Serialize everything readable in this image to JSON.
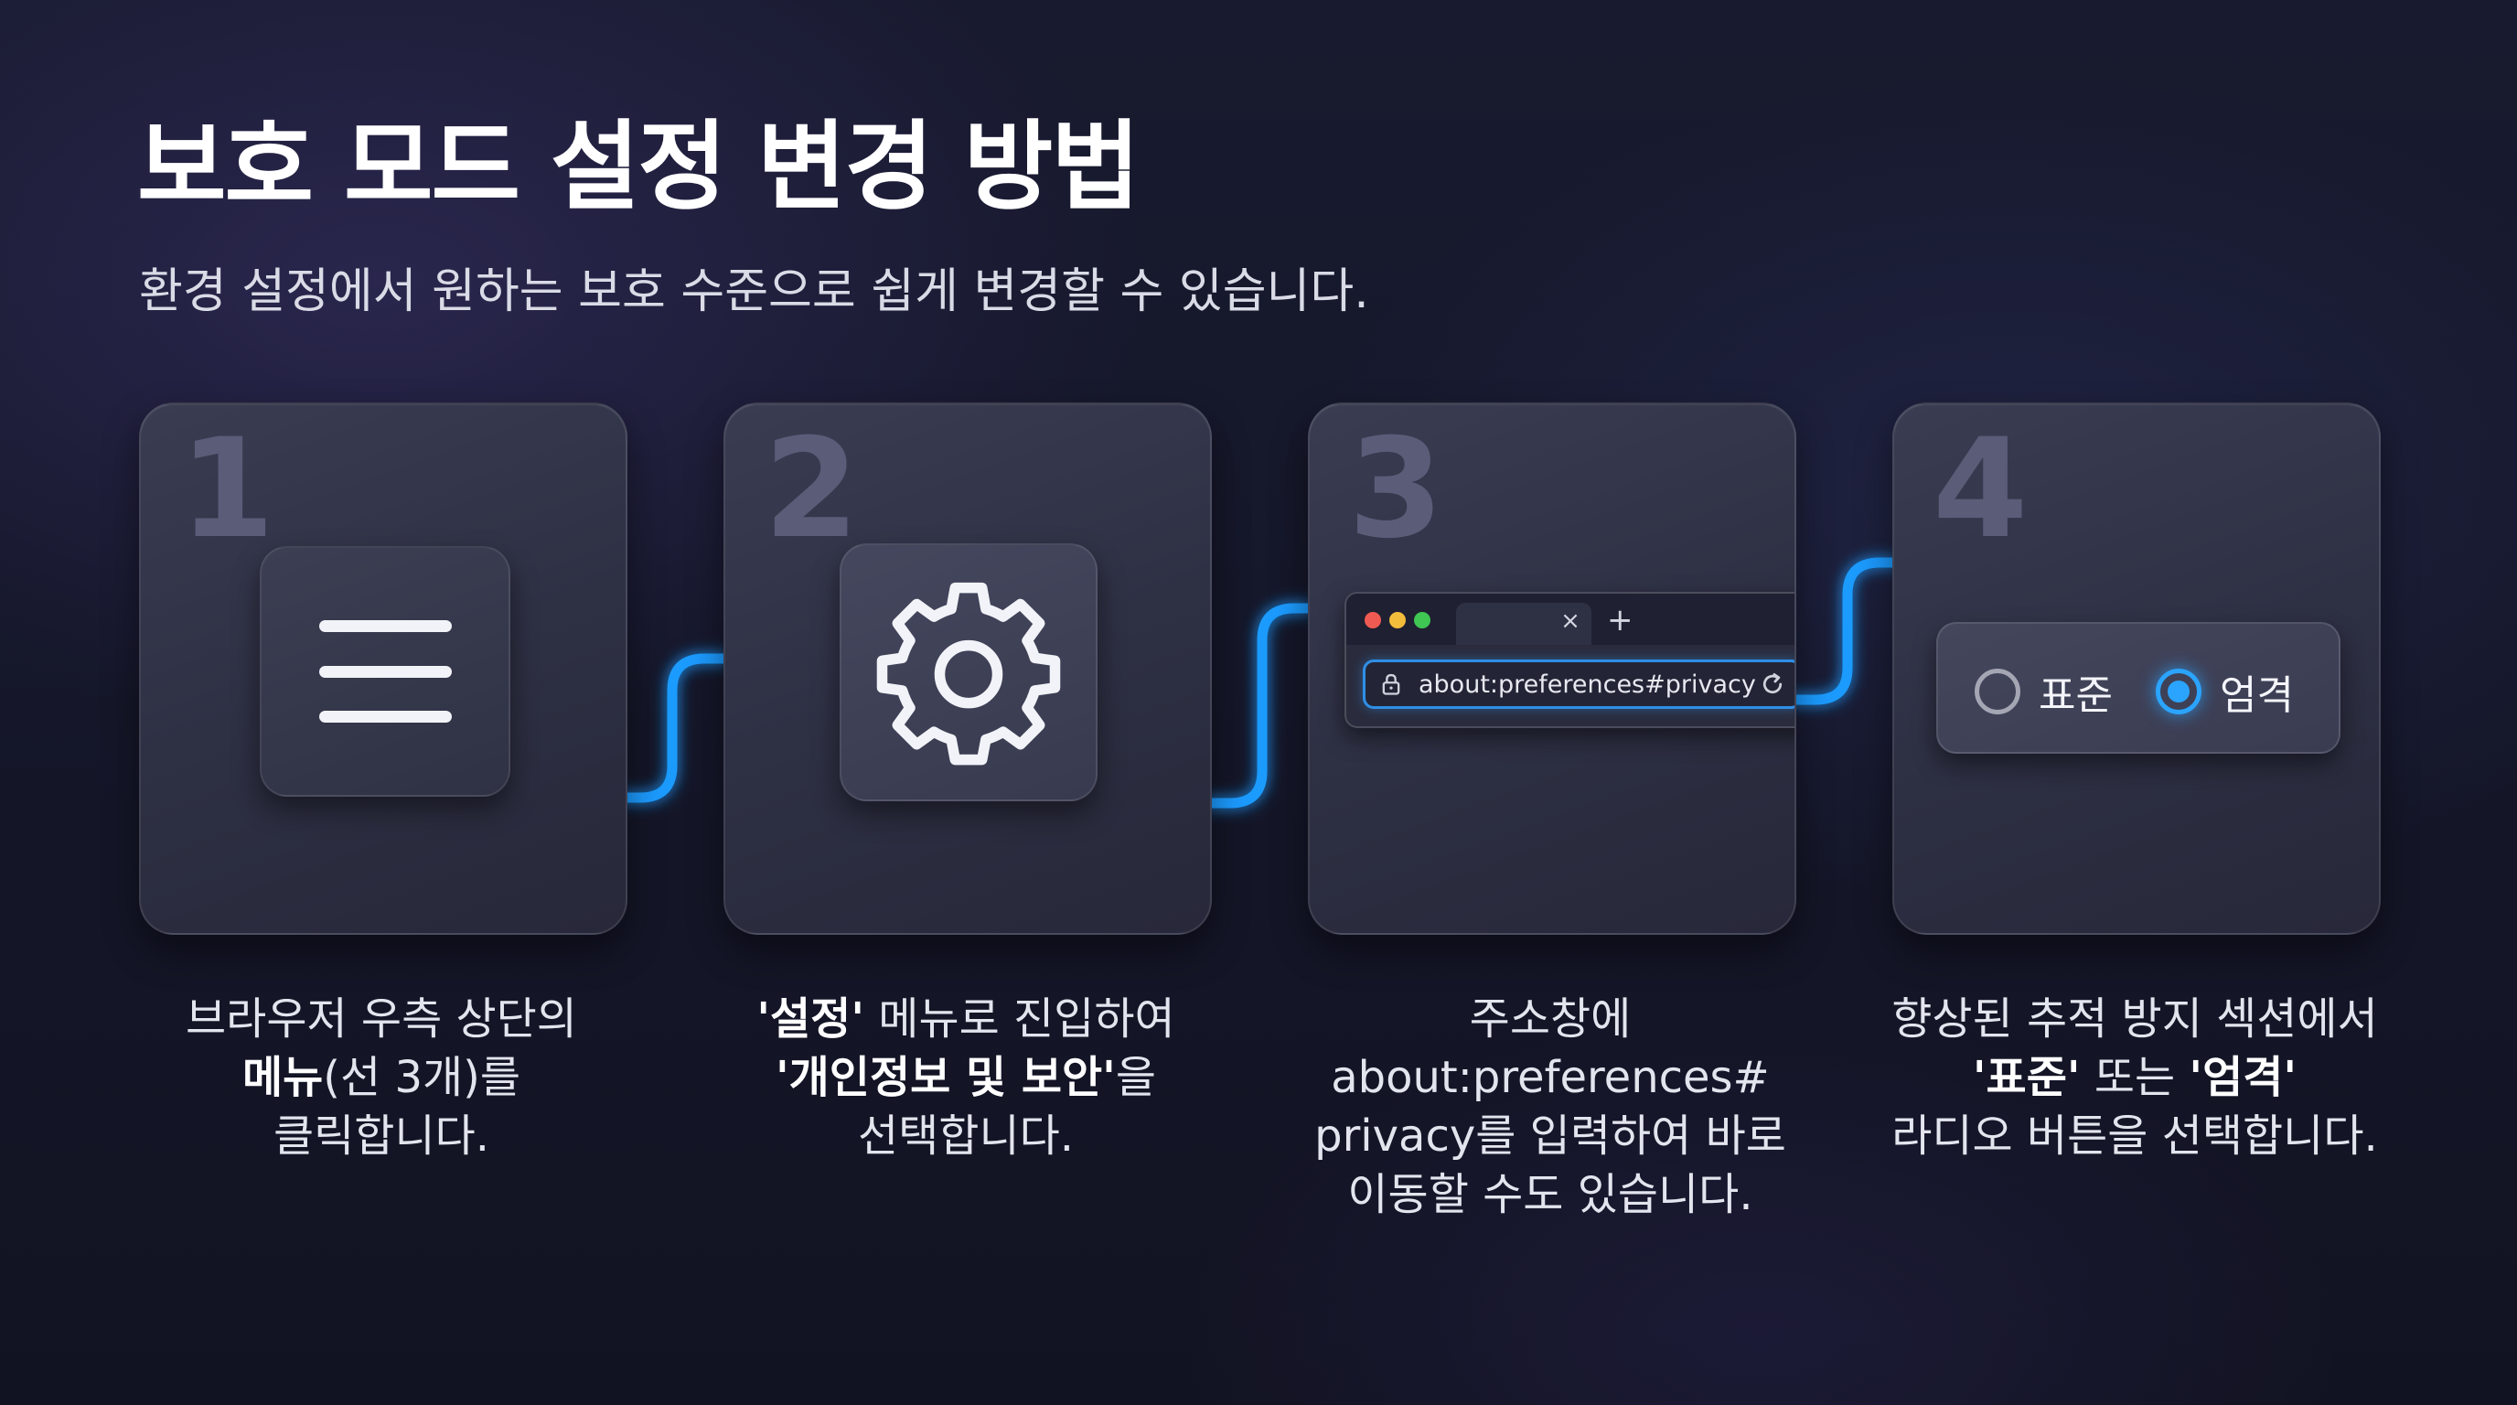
{
  "header": {
    "title": "보호 모드 설정 변경 방법",
    "subtitle": "환경 설정에서 원하는 보호 수준으로 쉽게 변경할 수 있습니다."
  },
  "steps": [
    {
      "number": "1",
      "icon": "hamburger-menu-icon",
      "caption_lines": [
        [
          "브라우저 우측 상단의"
        ],
        [
          "<b>메뉴</b>",
          "(선 3개)를"
        ],
        [
          "클릭합니다."
        ]
      ],
      "caption_parts": {
        "line1": "브라우저 우측 상단의",
        "line2_bold": "메뉴",
        "line2_rest": "(선 3개)를",
        "line3": "클릭합니다."
      }
    },
    {
      "number": "2",
      "icon": "gear-icon",
      "caption_parts": {
        "line1_bold": "'설정'",
        "line1_rest": " 메뉴로 진입하여",
        "line2_bold": "'개인정보 및 보안'",
        "line2_rest": "을",
        "line3": "선택합니다."
      }
    },
    {
      "number": "3",
      "icon": "browser-window-icon",
      "browser": {
        "tab_close": "×",
        "tab_plus": "+",
        "url": "about:preferences#privacy"
      },
      "caption_parts": {
        "line1": "주소창에",
        "line2": "about:preferences#",
        "line3": "privacy를 입력하여 바로",
        "line4": "이동할 수도 있습니다."
      }
    },
    {
      "number": "4",
      "icon": "radio-button-icon",
      "radio": {
        "option1": "표준",
        "option2": "엄격",
        "selected": "엄격"
      },
      "caption_parts": {
        "line1": "향상된 추적 방지 섹션에서",
        "line2_bold_a": "'표준'",
        "line2_mid": " 또는 ",
        "line2_bold_b": "'엄격'",
        "line3": "라디오 버튼을 선택합니다."
      }
    }
  ],
  "colors": {
    "accent": "#2ba4ff",
    "connector": "#1e9bff",
    "step_number": "#5a5c78",
    "card": "#2e3044"
  }
}
